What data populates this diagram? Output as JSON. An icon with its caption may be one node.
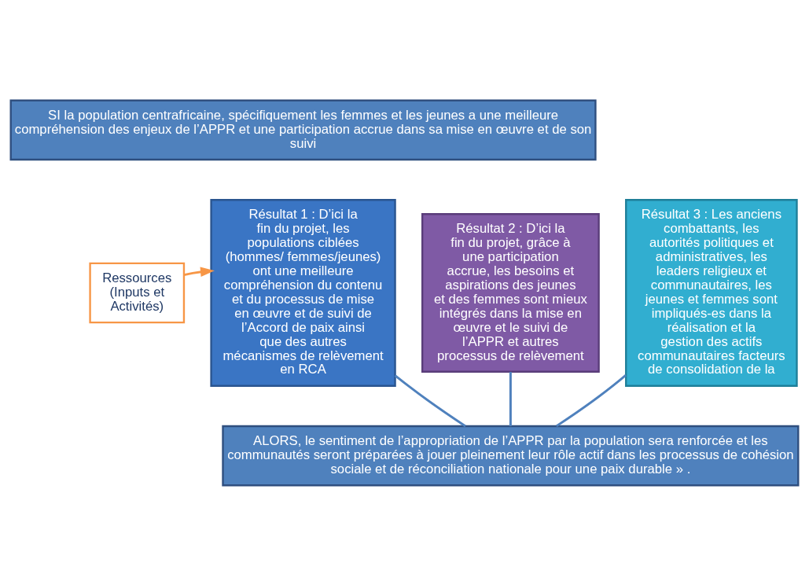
{
  "diagram": {
    "nodes": [
      {
        "text": [
          "SI la population centrafricaine, spécifiquement les femmes et les jeunes a une meilleure compréhension des enjeux de l’APPR et une participation accrue dans sa mise en œuvre et de son suivi"
        ]
      },
      {
        "text": [
          "Ressources (Inputs et Activités)"
        ]
      },
      {
        "text": [
          "Résultat 1 : D’ici la fin du projet, les populations ciblées (hommes/ femmes/jeunes) ont une meilleure compréhension du contenu et du processus de mise en œuvre et de suivi de l’Accord de paix ainsi que des autres mécanismes de relèvement en RCA"
        ]
      },
      {
        "text": [
          "Résultat 2 : D’ici la fin du projet, grâce à une participation accrue, les besoins et aspirations des jeunes et des femmes sont mieux intégrés dans la mise en œuvre et le suivi de l’APPR et autres processus de relèvement"
        ]
      },
      {
        "text": [
          "Résultat 3 : Les anciens combattants, les autorités politiques et administratives, les leaders religieux et communautaires, les jeunes et femmes sont impliqués-es dans la réalisation et la gestion des actifs communautaires facteurs de consolidation de la"
        ]
      },
      {
        "text": [
          "ALORS, le sentiment de l’appropriation de l’APPR par la population sera renforcée et les communautés seront préparées à jouer pleinement leur rôle actif dans les processus de cohésion sociale et de réconciliation nationale pour une paix durable » ."
        ]
      }
    ],
    "edges": [
      {
        "from": 1,
        "to": 2,
        "arrow": "to",
        "color": "#f79646"
      },
      {
        "from": 2,
        "to": 5,
        "arrow": "none"
      },
      {
        "from": 3,
        "to": 5,
        "arrow": "none"
      },
      {
        "from": 4,
        "to": 5,
        "arrow": "none"
      }
    ]
  }
}
